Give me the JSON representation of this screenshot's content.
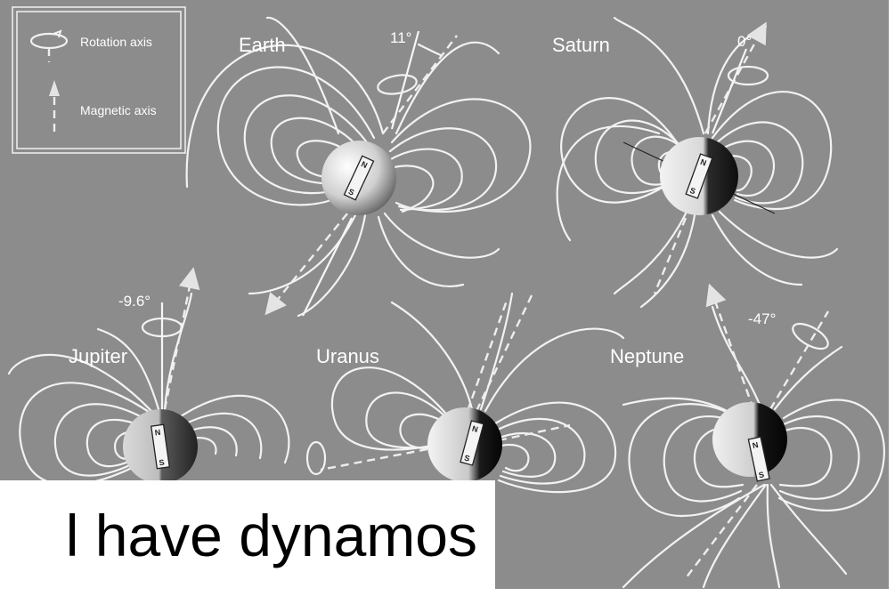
{
  "legend": {
    "rotation_label": "Rotation axis",
    "magnetic_label": "Magnetic axis"
  },
  "planets": [
    {
      "name": "Earth",
      "tilt": "11°",
      "pole_n": "N",
      "pole_s": "S"
    },
    {
      "name": "Saturn",
      "tilt": "0°",
      "pole_n": "N",
      "pole_s": "S"
    },
    {
      "name": "Jupiter",
      "tilt": "-9.6°",
      "pole_n": "N",
      "pole_s": "S"
    },
    {
      "name": "Uranus",
      "tilt": "",
      "pole_n": "N",
      "pole_s": "S"
    },
    {
      "name": "Neptune",
      "tilt": "-47°",
      "pole_n": "N",
      "pole_s": "S"
    }
  ],
  "caption": "l have dynamos",
  "colors": {
    "background": "#8c8c8c",
    "field_lines": "#f2f2f2",
    "caption_box": "#ffffff",
    "caption_text": "#000000"
  }
}
